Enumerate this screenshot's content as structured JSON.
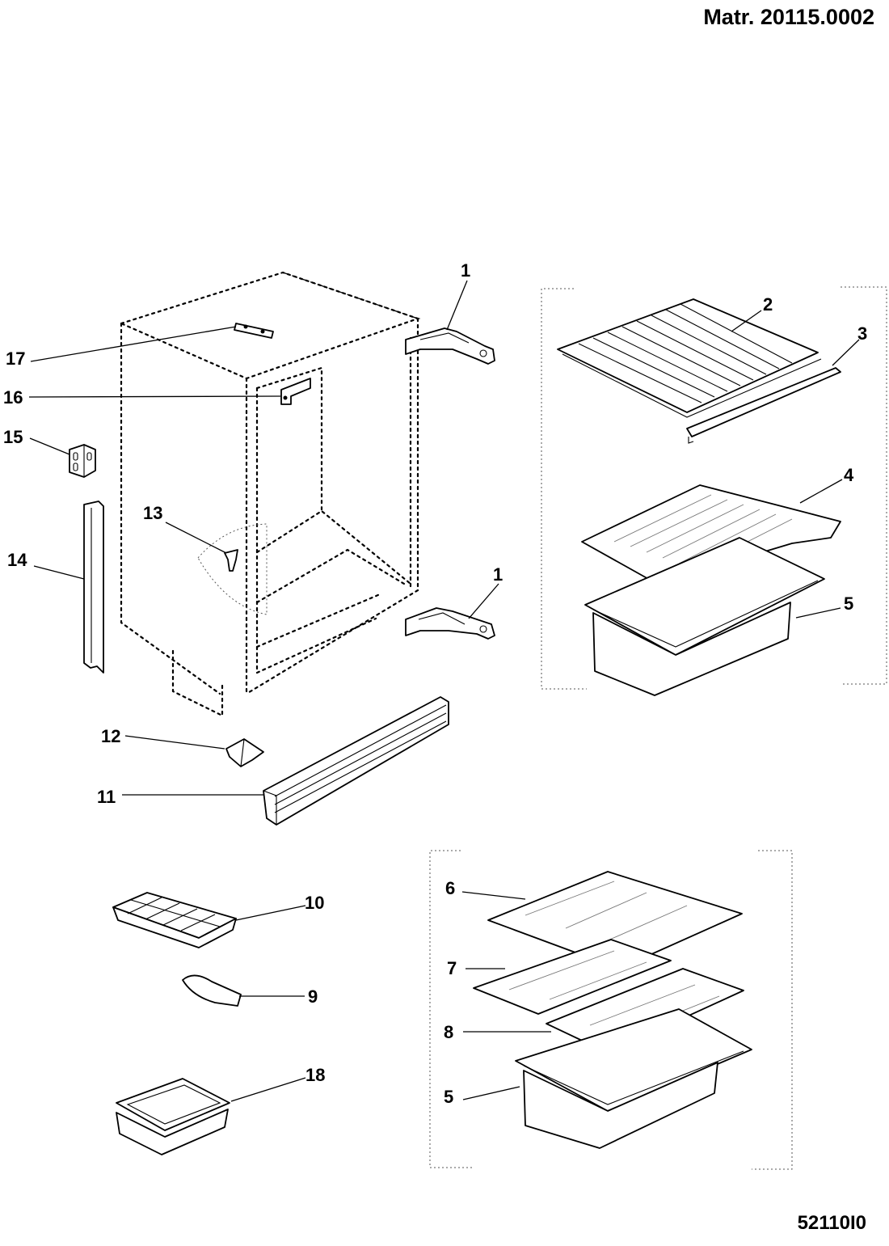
{
  "header": {
    "material_number": "Matr. 20115.0002"
  },
  "footer": {
    "drawing_code": "52110I0"
  },
  "callouts": {
    "c1a": "1",
    "c1b": "1",
    "c2": "2",
    "c3": "3",
    "c4": "4",
    "c5a": "5",
    "c5b": "5",
    "c6": "6",
    "c7": "7",
    "c8": "8",
    "c9": "9",
    "c10": "10",
    "c11": "11",
    "c12": "12",
    "c13": "13",
    "c14": "14",
    "c15": "15",
    "c16": "16",
    "c17": "17",
    "c18": "18"
  }
}
